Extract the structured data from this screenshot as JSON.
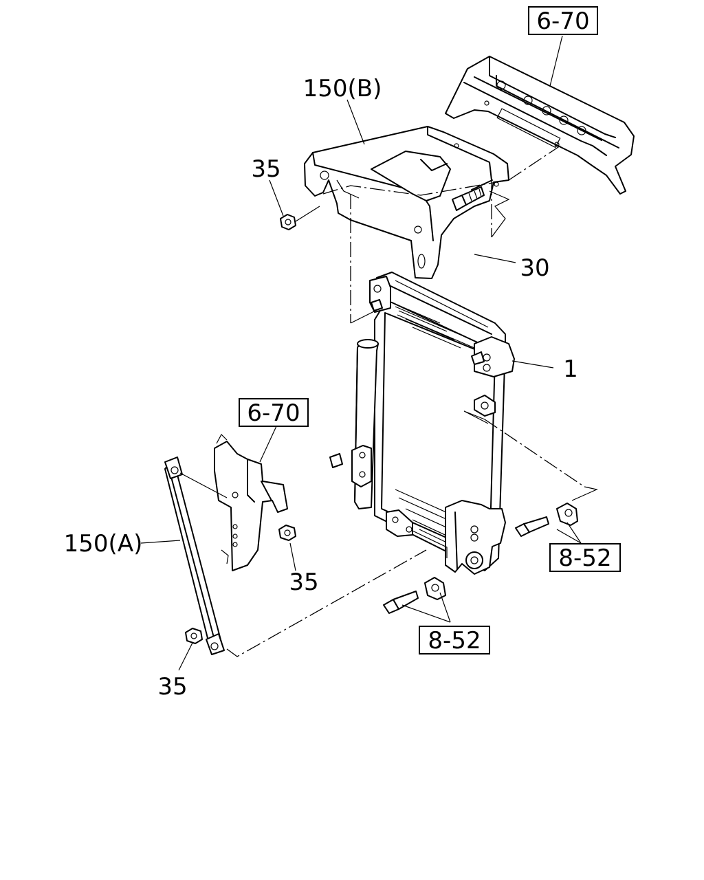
{
  "labels": {
    "ref_top": "6-70",
    "part_150b": "150(B)",
    "nut_top": "35",
    "bolt_30": "30",
    "part_1": "1",
    "ref_mid": "6-70",
    "part_150a": "150(A)",
    "nut_mid": "35",
    "ref_852_right": "8-52",
    "ref_852_bottom": "8-52",
    "nut_bottom": "35"
  }
}
